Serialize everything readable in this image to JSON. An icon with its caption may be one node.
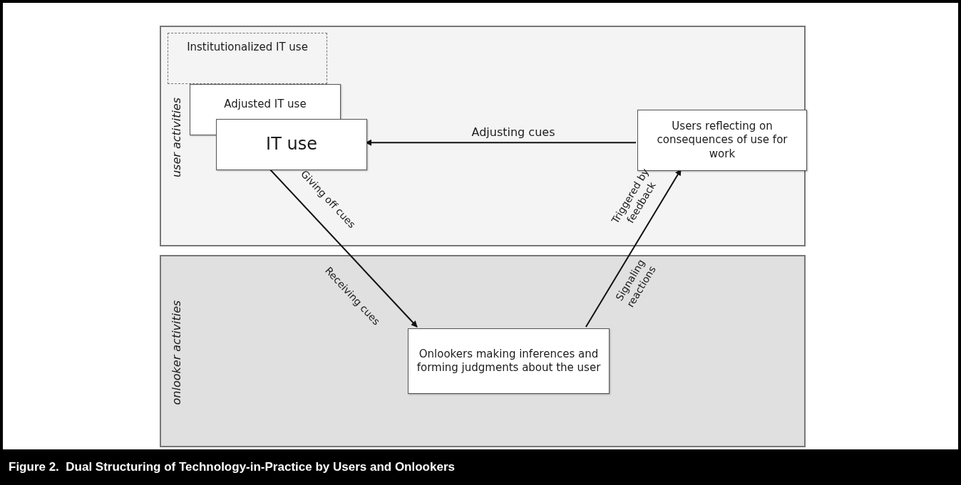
{
  "diagram": {
    "caption": "Figure 2.  Dual Structuring of Technology-in-Practice by Users and Onlookers",
    "nodes": [
      {
        "text": [
          "user activities"
        ]
      },
      {
        "text": [
          "onlooker activities"
        ]
      },
      {
        "text": [
          "Institutionalized IT use"
        ],
        "in": 0
      },
      {
        "text": [
          "Adjusted IT use"
        ],
        "in": 0
      },
      {
        "text": [
          "IT use"
        ],
        "in": 0
      },
      {
        "text": [
          "Users reflecting on consequences of use for work"
        ],
        "in": 0
      },
      {
        "text": [
          "Onlookers making inferences and forming judgments about the user"
        ],
        "in": 1
      }
    ],
    "edges": [
      {
        "from": 5,
        "to": 4,
        "arrow": "to",
        "label": "Adjusting cues"
      },
      {
        "from": 4,
        "to": 6,
        "arrow": "to",
        "label": "Giving off cues"
      },
      {
        "from": 6,
        "to": 5,
        "arrow": "to",
        "label": "Triggered by feedback"
      }
    ],
    "labels": [
      "Receiving cues",
      "Signaling reactions"
    ]
  }
}
